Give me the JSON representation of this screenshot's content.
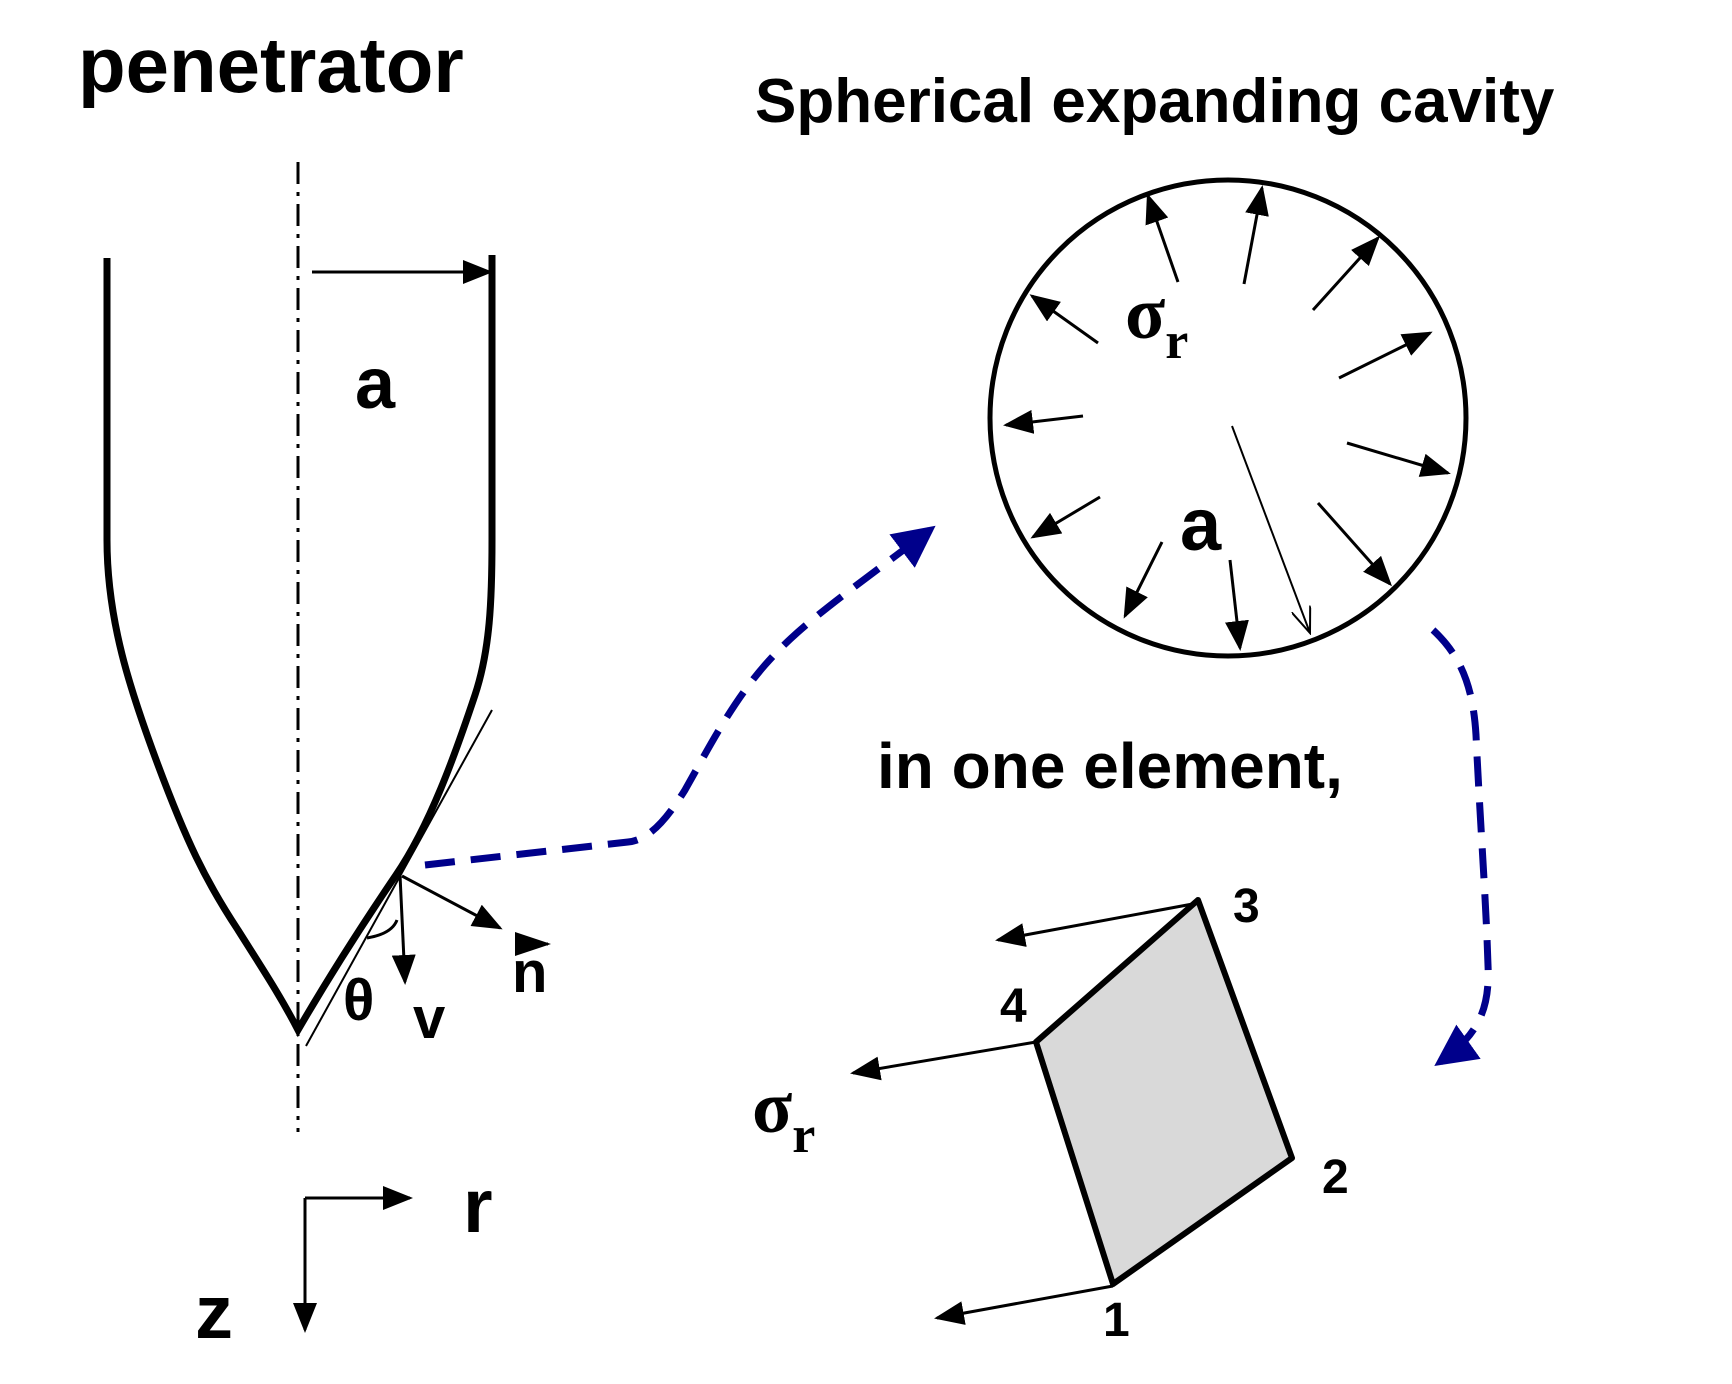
{
  "penetrator": {
    "title": "penetrator",
    "radius_label": "a",
    "angle_label": "θ",
    "velocity_label": "v",
    "normal_label": "n",
    "axis_r_label": "r",
    "axis_z_label": "z"
  },
  "cavity": {
    "title": "Spherical expanding cavity",
    "stress_label_main": "σ",
    "stress_label_sub": "r",
    "radius_label": "a"
  },
  "element": {
    "caption": "in one element,",
    "node_labels": [
      "1",
      "2",
      "3",
      "4"
    ],
    "stress_label_main": "σ",
    "stress_label_sub": "r"
  },
  "colors": {
    "line": "#000000",
    "dashed_connector": "#00008b",
    "element_fill": "#d9d9d9"
  }
}
